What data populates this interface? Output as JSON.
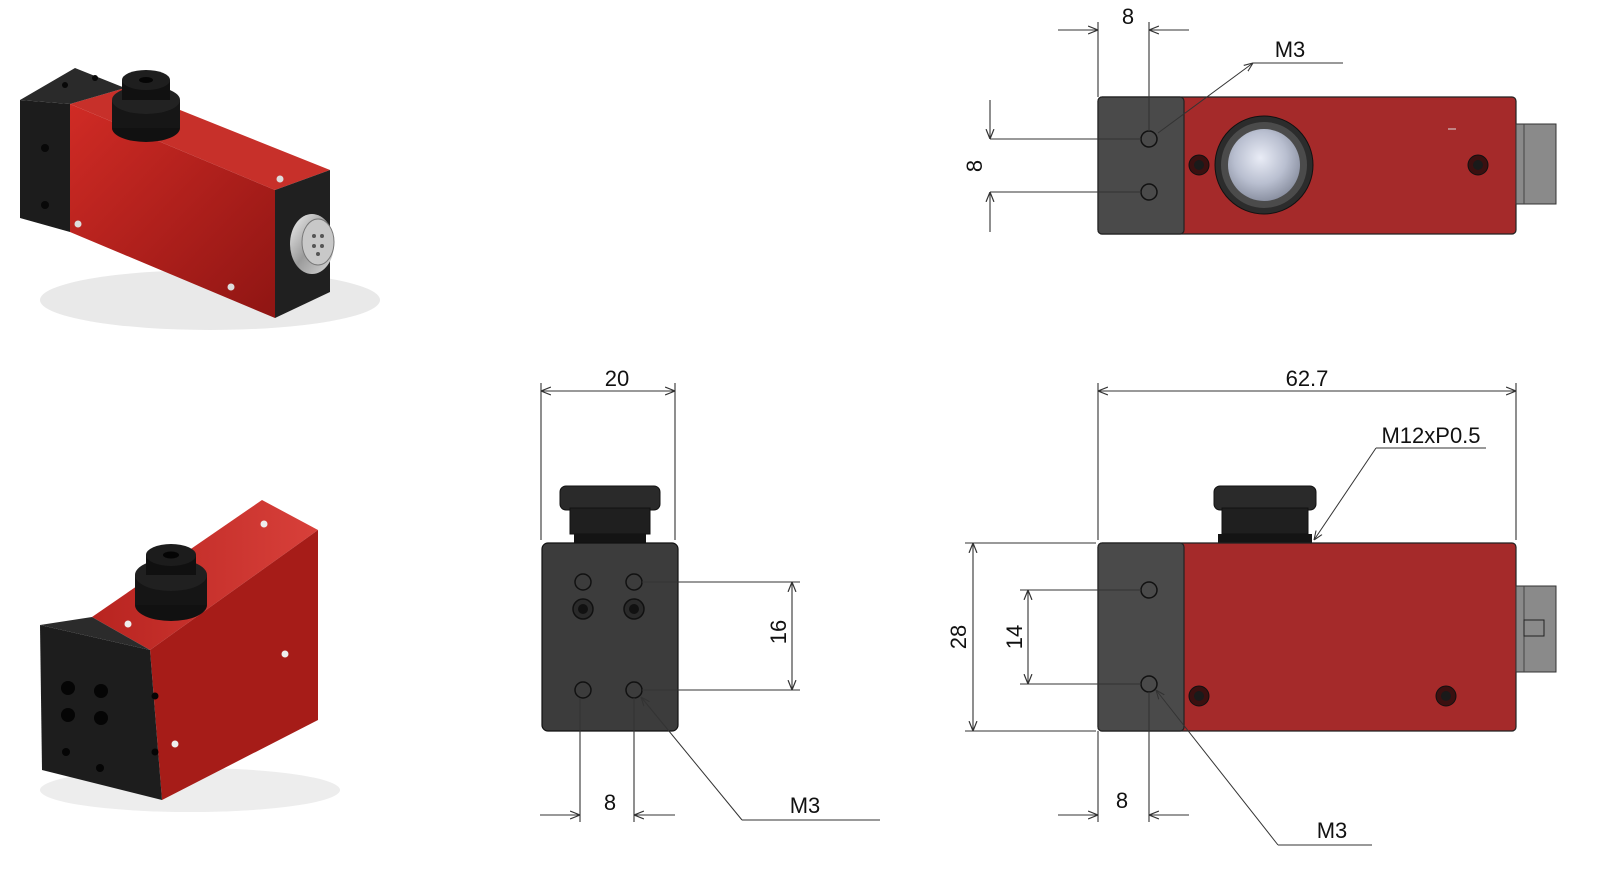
{
  "drawing": {
    "top_view": {
      "dim_top_width": "8",
      "dim_left_spacing": "8",
      "callout_thread": "M3"
    },
    "end_view": {
      "dim_width": "20",
      "dim_hole_spacing_v": "16",
      "dim_hole_spacing_h": "8",
      "callout_thread": "M3"
    },
    "side_view": {
      "dim_length": "62.7",
      "dim_height": "28",
      "dim_hole_spacing_v": "14",
      "dim_bottom_width": "8",
      "callout_lens_thread": "M12xP0.5",
      "callout_thread": "M3"
    }
  },
  "photos": {
    "photo_1": {
      "kind": "product-photo-rear-angle"
    },
    "photo_2": {
      "kind": "product-photo-front-angle"
    }
  },
  "colors": {
    "body_red": "#b51f1f",
    "body_red_drawing": "#a52a2a",
    "dark_block": "#3a3a3a",
    "connector": "#8a8a8a"
  }
}
